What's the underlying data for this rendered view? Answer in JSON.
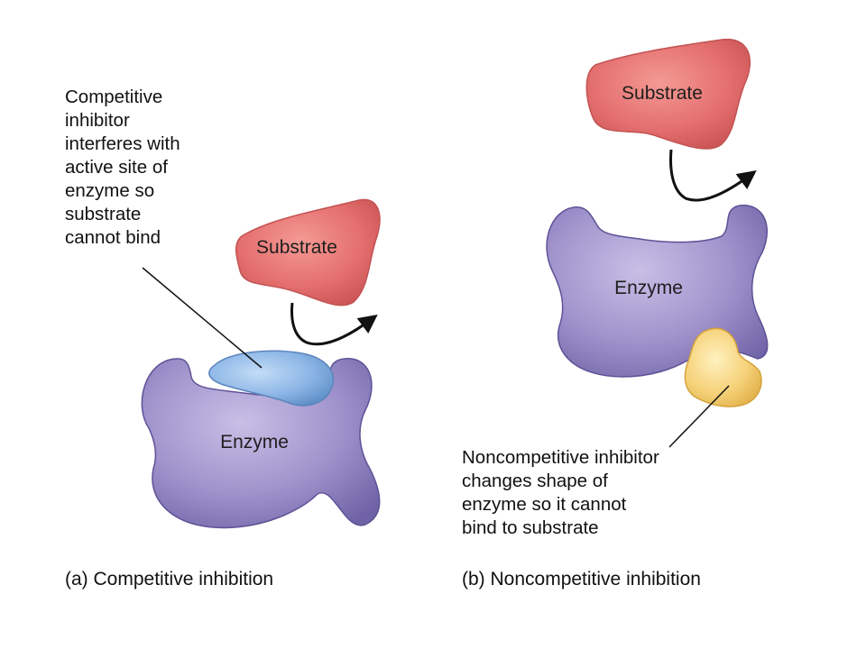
{
  "panel_a": {
    "callout": "Competitive\ninhibitor\ninterferes with\nactive site of\nenzyme so\nsubstrate\ncannot bind",
    "substrate_label": "Substrate",
    "enzyme_label": "Enzyme",
    "caption": "(a) Competitive inhibition"
  },
  "panel_b": {
    "substrate_label": "Substrate",
    "enzyme_label": "Enzyme",
    "callout": "Noncompetitive inhibitor\nchanges shape of\nenzyme so it cannot\nbind to substrate",
    "caption": "(b) Noncompetitive inhibition"
  },
  "colors": {
    "substrate": "#e46f6f",
    "enzyme": "#9a8fc6",
    "competitive_inhibitor": "#8db6e6",
    "noncompetitive_inhibitor": "#f6d27a",
    "arrow": "#111111"
  }
}
